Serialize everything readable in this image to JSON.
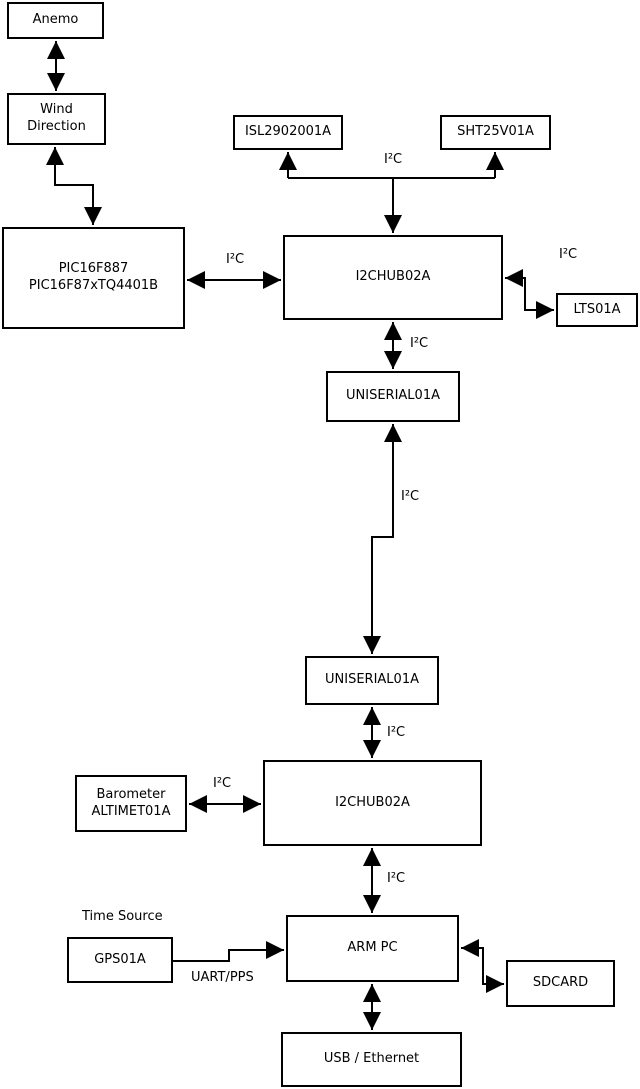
{
  "diagram": {
    "nodes": {
      "anemo": {
        "label": "Anemo"
      },
      "wind_direction": {
        "label": "Wind\nDirection"
      },
      "pic": {
        "label": "PIC16F887\nPIC16F87xTQ4401B"
      },
      "isl": {
        "label": "ISL2902001A"
      },
      "sht": {
        "label": "SHT25V01A"
      },
      "i2chub_top": {
        "label": "I2CHUB02A"
      },
      "lts": {
        "label": "LTS01A"
      },
      "uniserial_top": {
        "label": "UNISERIAL01A"
      },
      "uniserial_bottom": {
        "label": "UNISERIAL01A"
      },
      "i2chub_bottom": {
        "label": "I2CHUB02A"
      },
      "barometer": {
        "label": "Barometer\nALTIMET01A"
      },
      "gps": {
        "label": "GPS01A"
      },
      "arm_pc": {
        "label": "ARM PC"
      },
      "sdcard": {
        "label": "SDCARD"
      },
      "usb_ethernet": {
        "label": "USB / Ethernet"
      }
    },
    "labels": {
      "i2c": "I²C",
      "uart_pps": "UART/PPS",
      "time_source": "Time Source"
    },
    "colors": {
      "line": "#000000",
      "box_background": "#ffffff",
      "page_background": "#ffffff"
    }
  }
}
